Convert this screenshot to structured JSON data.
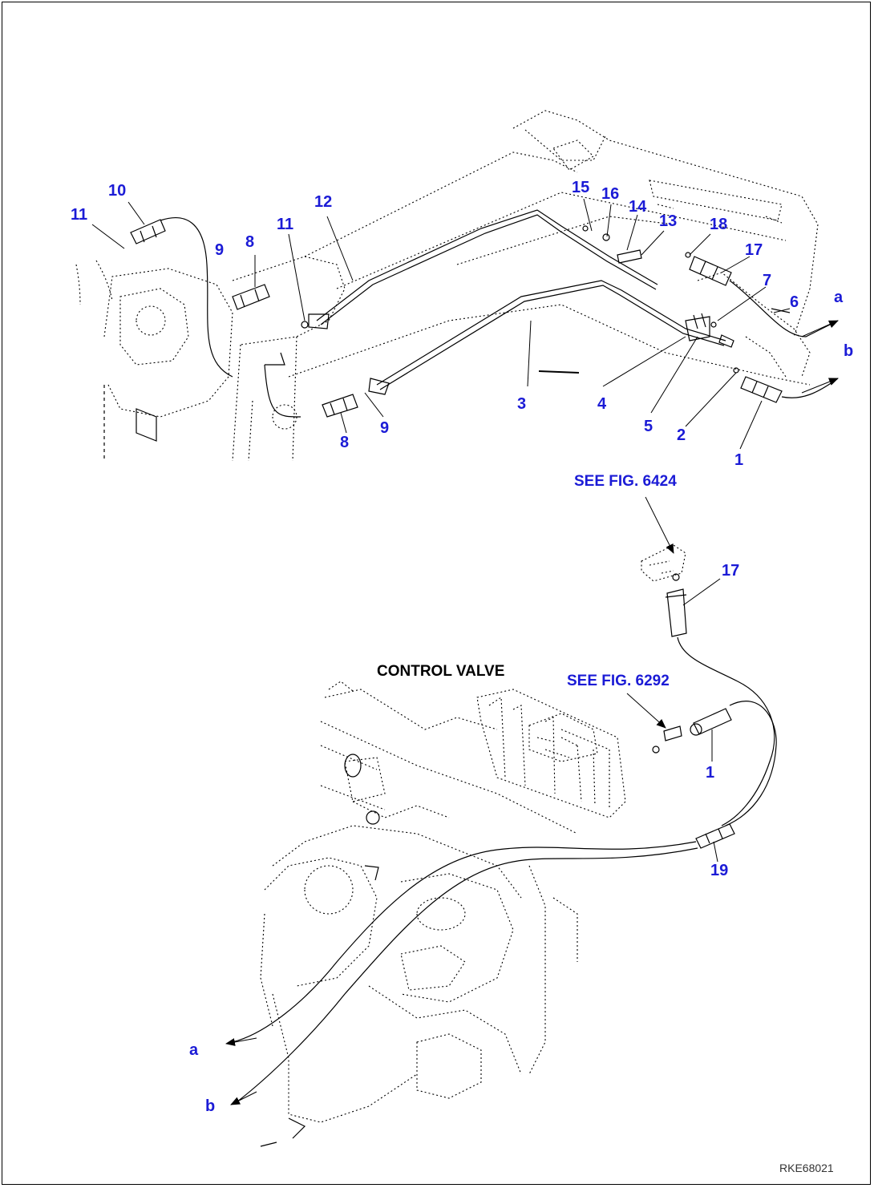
{
  "callouts_top": [
    {
      "id": "c10",
      "text": "10"
    },
    {
      "id": "c11a",
      "text": "11"
    },
    {
      "id": "c9a",
      "text": "9"
    },
    {
      "id": "c8a",
      "text": "8"
    },
    {
      "id": "c11b",
      "text": "11"
    },
    {
      "id": "c12",
      "text": "12"
    },
    {
      "id": "c15",
      "text": "15"
    },
    {
      "id": "c16",
      "text": "16"
    },
    {
      "id": "c14",
      "text": "14"
    },
    {
      "id": "c13",
      "text": "13"
    },
    {
      "id": "c18",
      "text": "18"
    },
    {
      "id": "c17a",
      "text": "17"
    },
    {
      "id": "c7",
      "text": "7"
    },
    {
      "id": "c6",
      "text": "6"
    },
    {
      "id": "c3",
      "text": "3"
    },
    {
      "id": "c4",
      "text": "4"
    },
    {
      "id": "c5",
      "text": "5"
    },
    {
      "id": "c2",
      "text": "2"
    },
    {
      "id": "c1a",
      "text": "1"
    },
    {
      "id": "c9b",
      "text": "9"
    },
    {
      "id": "c8b",
      "text": "8"
    }
  ],
  "callouts_bottom": [
    {
      "id": "c17b",
      "text": "17"
    },
    {
      "id": "c1b",
      "text": "1"
    },
    {
      "id": "c19",
      "text": "19"
    }
  ],
  "flow_labels": {
    "a_top": "a",
    "b_top": "b",
    "a_bottom": "a",
    "b_bottom": "b"
  },
  "refs": {
    "fig6424": "SEE FIG. 6424",
    "fig6292": "SEE FIG. 6292"
  },
  "component_label": "CONTROL VALVE",
  "drawing_code": "RKE68021",
  "colors": {
    "callout": "#1b1bd6",
    "line": "#000000"
  }
}
